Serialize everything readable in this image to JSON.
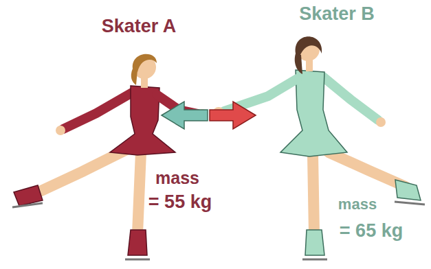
{
  "diagram": {
    "labels": [
      "Skater A",
      "Skater B",
      "mass",
      "= 55 kg",
      "mass",
      "= 65 kg"
    ]
  }
}
